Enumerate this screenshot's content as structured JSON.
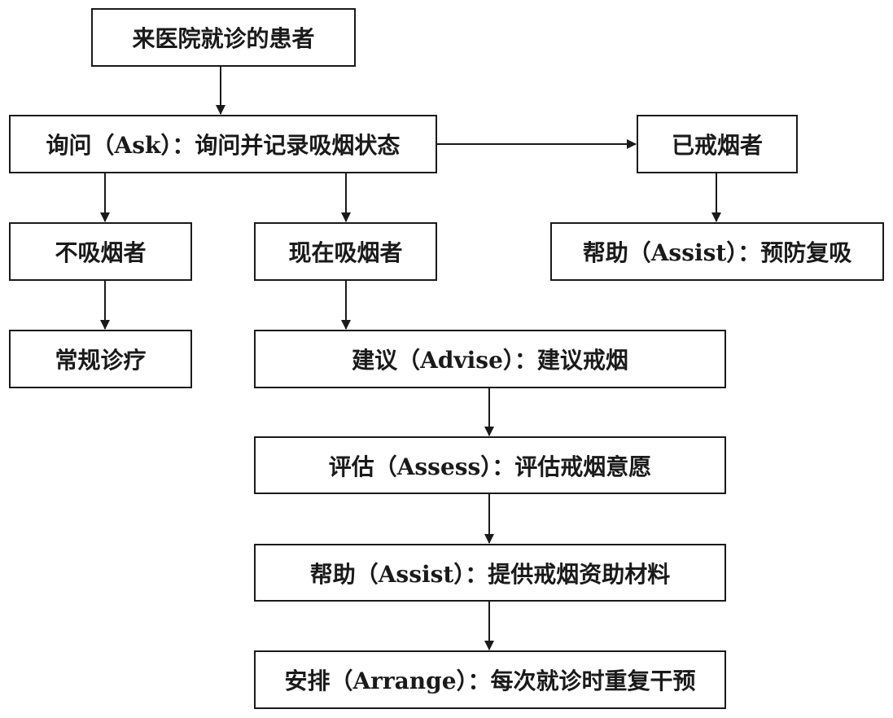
{
  "nodes": {
    "patient": "来医院就诊的患者",
    "ask": "询问（Ask）：询问并记录吸烟状态",
    "former": "已戒烟者",
    "non_smoker": "不吸烟者",
    "current": "现在吸烟者",
    "relapse": "帮助（Assist）：预防复吸",
    "routine": "常规诊疗",
    "advise": "建议（Advise）：建议戒烟",
    "assess": "评估（Assess）：评估戒烟意愿",
    "assist": "帮助（Assist）：提供戒烟资助材料",
    "arrange": "安排（Arrange）：每次就诊时重复干预"
  },
  "edges": [
    {
      "from": "patient",
      "to": "ask"
    },
    {
      "from": "ask",
      "to": "former"
    },
    {
      "from": "ask",
      "to": "non_smoker"
    },
    {
      "from": "ask",
      "to": "current"
    },
    {
      "from": "former",
      "to": "relapse"
    },
    {
      "from": "non_smoker",
      "to": "routine"
    },
    {
      "from": "current",
      "to": "advise"
    },
    {
      "from": "advise",
      "to": "assess"
    },
    {
      "from": "assess",
      "to": "assist"
    },
    {
      "from": "assist",
      "to": "arrange"
    }
  ],
  "colors": {
    "stroke": "#1a1a1a",
    "background": "#ffffff"
  }
}
